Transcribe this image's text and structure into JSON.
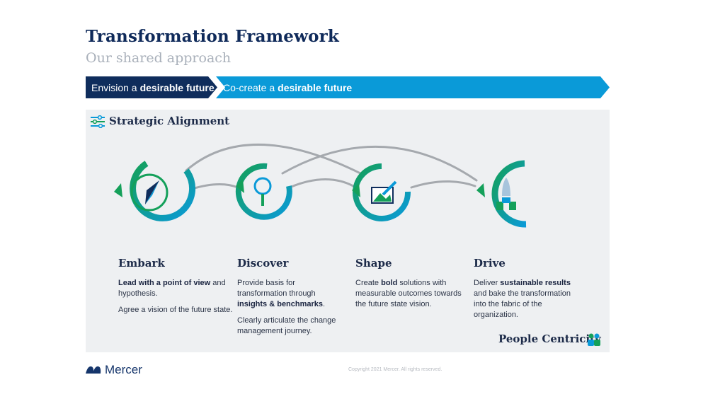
{
  "header": {
    "title": "Transformation Framework",
    "subtitle": "Our shared approach"
  },
  "banners": {
    "left": {
      "prefix": "Envision a",
      "bold": "desirable future"
    },
    "right": {
      "prefix": "Co-create a",
      "bold": "desirable future"
    }
  },
  "section": {
    "title": "Strategic Alignment",
    "footer": "People Centricity"
  },
  "phases": [
    {
      "title": "Embark",
      "icon": "compass-icon",
      "p1_bold": "Lead with a point of view",
      "p1_rest": "and hypothesis.",
      "p2": "Agree a vision of the future state."
    },
    {
      "title": "Discover",
      "icon": "magnifier-icon",
      "p1_pre": "Provide basis for transformation through",
      "p1_bold": "insights & benchmarks",
      "p1_post": ".",
      "p2": "Clearly articulate the change management journey."
    },
    {
      "title": "Shape",
      "icon": "image-edit-icon",
      "p1_pre": "Create",
      "p1_bold": "bold",
      "p1_post": "solutions with measurable outcomes towards the future state vision."
    },
    {
      "title": "Drive",
      "icon": "rocket-icon",
      "p1_pre": "Deliver",
      "p1_bold": "sustainable results",
      "p1_post": "and bake the transformation into the fabric of the organization."
    }
  ],
  "footer": {
    "brand": "Mercer",
    "copyright": "Copyright 2021 Mercer. All rights reserved."
  },
  "colors": {
    "navy": "#0f2d5c",
    "blue": "#0a9ad8",
    "green": "#14a05a",
    "panel": "#eef0f2"
  }
}
